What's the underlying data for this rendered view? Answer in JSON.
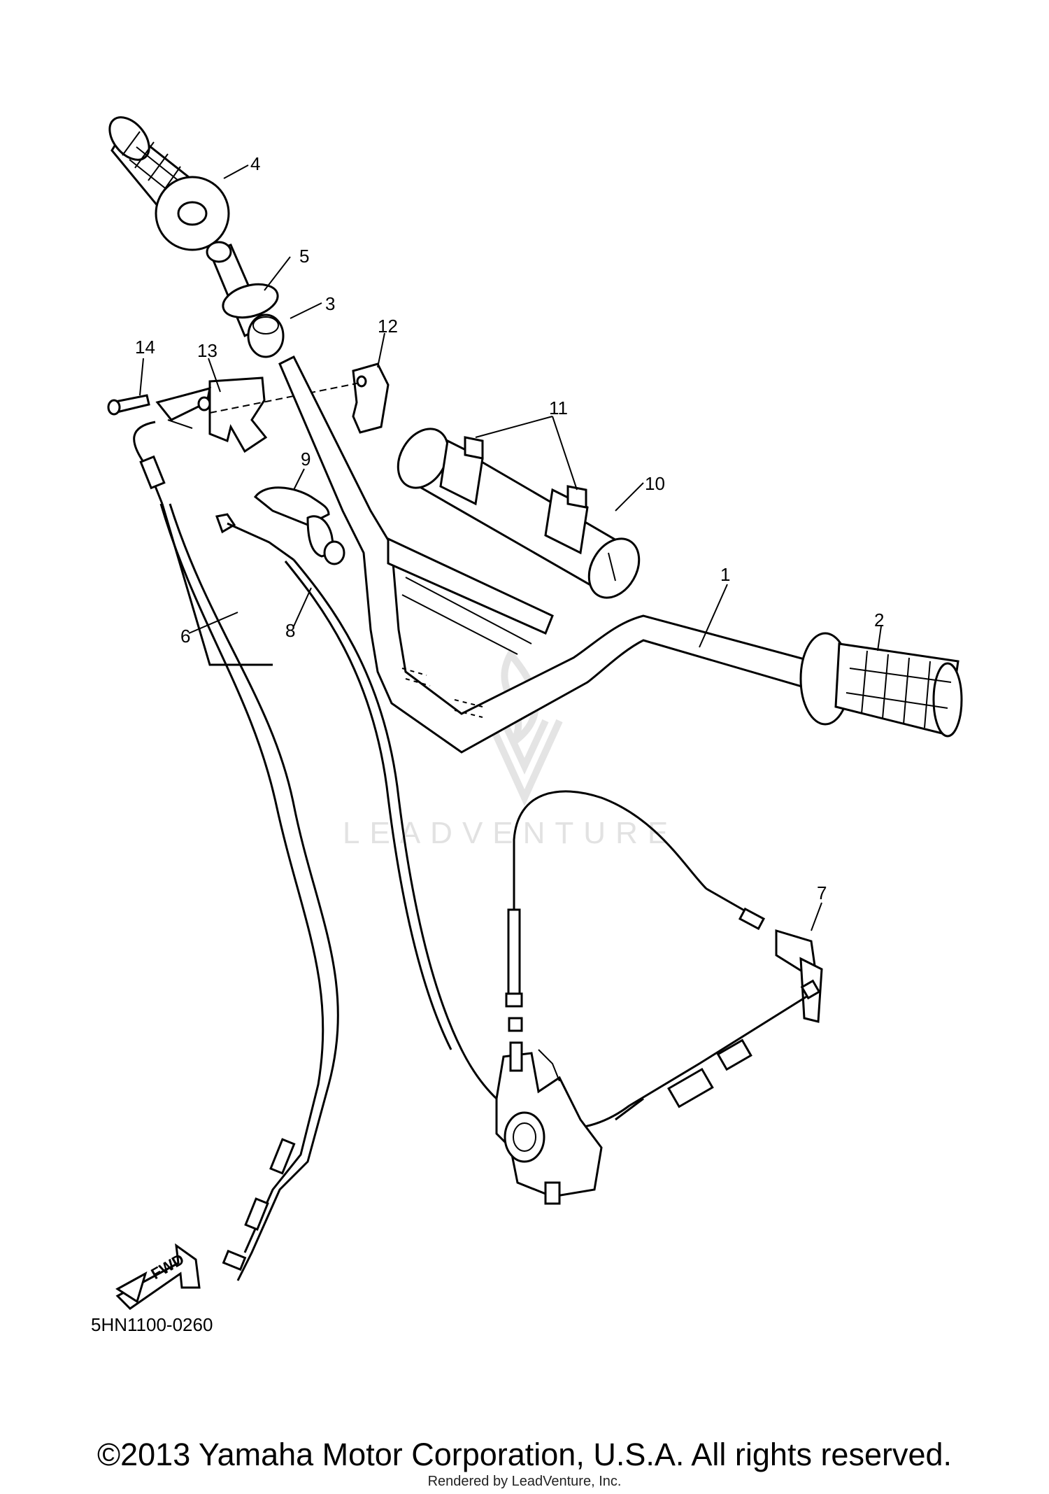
{
  "diagram": {
    "callouts": [
      "1",
      "2",
      "3",
      "4",
      "5",
      "6",
      "7",
      "8",
      "9",
      "10",
      "11",
      "12",
      "13",
      "14"
    ],
    "watermark_text": "LEADVENTURE",
    "fwd_label": "FWD",
    "diagram_code": "5HN1100-0260"
  },
  "footer": {
    "copyright": "©2013 Yamaha Motor Corporation, U.S.A. All rights reserved.",
    "rendered_by": "Rendered by LeadVenture, Inc."
  }
}
